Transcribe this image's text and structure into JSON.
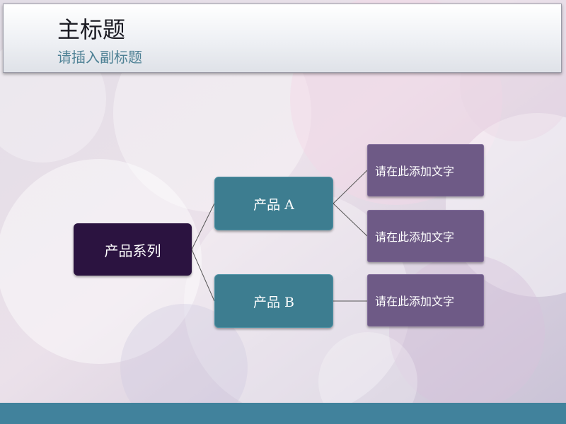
{
  "header": {
    "title": "主标题",
    "subtitle": "请插入副标题"
  },
  "diagram": {
    "root": {
      "label": "产品系列"
    },
    "branches": [
      {
        "label": "产品 A",
        "children": [
          "请在此添加文字",
          "请在此添加文字"
        ]
      },
      {
        "label": "产品 B",
        "children": [
          "请在此添加文字"
        ]
      }
    ]
  },
  "colors": {
    "root_fill": "#2b1340",
    "branch_fill": "#3d7d90",
    "leaf_fill": "#6e5a86",
    "subtitle_text": "#4d8094",
    "bottom_band": "#41829c"
  }
}
